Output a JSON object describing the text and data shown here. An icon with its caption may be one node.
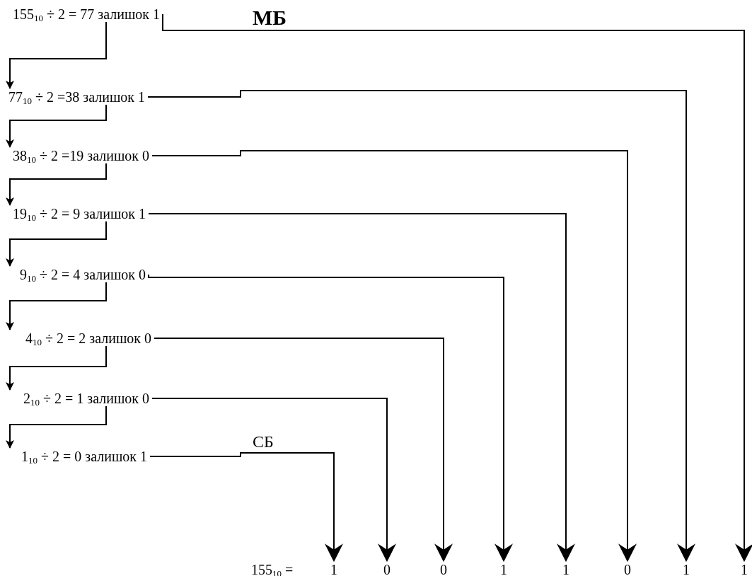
{
  "diagram": {
    "nodes": [
      {
        "text": [
          "155$_{10}$ ÷ 2 = 77 залишок 1"
        ]
      },
      {
        "text": [
          "77$_{10}$ ÷ 2 =38 залишок 1"
        ]
      },
      {
        "text": [
          "38$_{10}$ ÷ 2 =19 залишок 0"
        ]
      },
      {
        "text": [
          "19$_{10}$ ÷ 2 = 9 залишок 1"
        ]
      },
      {
        "text": [
          "9$_{10}$ ÷ 2 = 4 залишок 0"
        ]
      },
      {
        "text": [
          "4$_{10}$ ÷ 2 = 2 залишок 0"
        ]
      },
      {
        "text": [
          "2$_{10}$ ÷ 2 = 1 залишок 0"
        ]
      },
      {
        "text": [
          "1$_{10}$ ÷ 2 = 0 залишок 1"
        ]
      },
      {
        "text": [
          "1"
        ]
      },
      {
        "text": [
          "0"
        ]
      },
      {
        "text": [
          "0"
        ]
      },
      {
        "text": [
          "1"
        ]
      },
      {
        "text": [
          "1"
        ]
      },
      {
        "text": [
          "0"
        ]
      },
      {
        "text": [
          "1"
        ]
      },
      {
        "text": [
          "1"
        ]
      }
    ],
    "edges": [
      {
        "from": 0,
        "to": 1,
        "arrow": "to"
      },
      {
        "from": 1,
        "to": 2,
        "arrow": "to"
      },
      {
        "from": 2,
        "to": 3,
        "arrow": "to"
      },
      {
        "from": 3,
        "to": 4,
        "arrow": "to"
      },
      {
        "from": 4,
        "to": 5,
        "arrow": "to"
      },
      {
        "from": 5,
        "to": 6,
        "arrow": "to"
      },
      {
        "from": 6,
        "to": 7,
        "arrow": "to"
      },
      {
        "from": 0,
        "to": 15,
        "arrow": "to",
        "label": "МБ"
      },
      {
        "from": 1,
        "to": 14,
        "arrow": "to"
      },
      {
        "from": 2,
        "to": 13,
        "arrow": "to"
      },
      {
        "from": 3,
        "to": 12,
        "arrow": "to"
      },
      {
        "from": 4,
        "to": 11,
        "arrow": "to"
      },
      {
        "from": 5,
        "to": 10,
        "arrow": "to"
      },
      {
        "from": 6,
        "to": 9,
        "arrow": "to"
      },
      {
        "from": 7,
        "to": 8,
        "arrow": "to",
        "label": "СБ"
      }
    ],
    "labels": [
      "155$_{10}$ ="
    ]
  }
}
